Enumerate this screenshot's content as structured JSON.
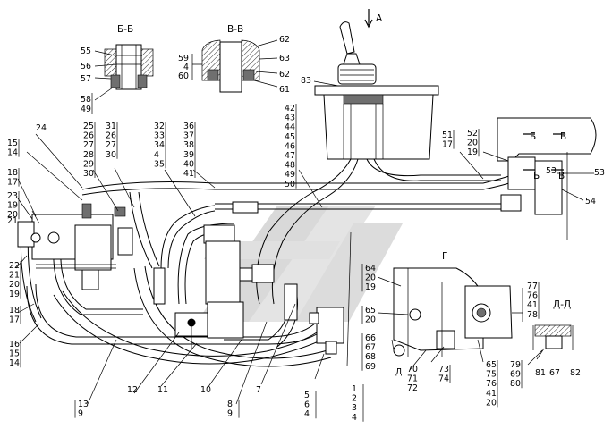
{
  "sections": {
    "bb": "Б-Б",
    "vv": "В-В",
    "gg": "Г",
    "dd": "Д-Д",
    "arrow_a": "А",
    "mark_b1": "Б",
    "mark_v1": "В",
    "mark_b2": "Б",
    "mark_v2": "В",
    "mark_d": "Д"
  },
  "callouts": {
    "c55": "55",
    "c56": "56",
    "c57": "57",
    "c58": "58",
    "c49a": "49",
    "c59": "59",
    "c4a": "4",
    "c60": "60",
    "c62a": "62",
    "c63": "63",
    "c62b": "62",
    "c61": "61",
    "c83": "83",
    "g24": [
      "24"
    ],
    "g1514a": [
      "15",
      "14"
    ],
    "g1817a": [
      "18",
      "17"
    ],
    "g231920": [
      "23",
      "19",
      "20"
    ],
    "g21": [
      "21"
    ],
    "g22": [
      "22",
      "21",
      "20",
      "19"
    ],
    "g1817b": [
      "18",
      "17"
    ],
    "g161514": [
      "16",
      "15",
      "14"
    ],
    "g252627": [
      "25",
      "26",
      "27",
      "28",
      "29",
      "30"
    ],
    "g312627": [
      "31",
      "26",
      "27",
      "30"
    ],
    "g323334": [
      "32",
      "33",
      "34",
      "4",
      "35"
    ],
    "g363738": [
      "36",
      "37",
      "38",
      "39",
      "40",
      "41"
    ],
    "g424344": [
      "42",
      "43",
      "44",
      "45",
      "46",
      "47",
      "48",
      "49",
      "50"
    ],
    "g5117": [
      "51",
      "17"
    ],
    "g522019": [
      "52",
      "20",
      "19"
    ],
    "c53": "53",
    "c54": "54",
    "g642019": [
      "64",
      "20",
      "19"
    ],
    "g6520": [
      "65",
      "20"
    ],
    "g66676869": [
      "66",
      "67",
      "68",
      "69"
    ],
    "g707172": [
      "70",
      "71",
      "72"
    ],
    "g7374": [
      "73",
      "74"
    ],
    "g657576": [
      "65",
      "75",
      "76",
      "41",
      "20"
    ],
    "g77764178": [
      "77",
      "76",
      "41",
      "78"
    ],
    "g796980": [
      "79",
      "69",
      "80"
    ],
    "c81": "81",
    "c67": "67",
    "c82": "82",
    "g139": [
      "13",
      "9"
    ],
    "c12": "12",
    "c11": "11",
    "c10": "10",
    "g89": [
      "8",
      "9"
    ],
    "c7": "7",
    "g564": [
      "5",
      "6",
      "4"
    ],
    "g1234": [
      "1",
      "2",
      "3",
      "4"
    ]
  }
}
